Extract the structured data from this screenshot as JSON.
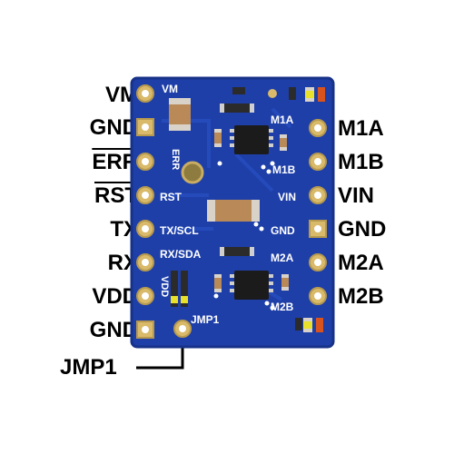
{
  "left_pins": [
    "VM",
    "GND",
    "ERR",
    "RST",
    "TX",
    "RX",
    "VDD",
    "GND"
  ],
  "right_pins": [
    "M1A",
    "M1B",
    "VIN",
    "GND",
    "M2A",
    "M2B"
  ],
  "jumper_label": "JMP1",
  "silkscreen": {
    "vm": "VM",
    "err": "ERR",
    "rst": "RST",
    "tx_scl": "TX/SCL",
    "rx_sda": "RX/SDA",
    "vdd": "VDD",
    "jmp1": "JMP1",
    "m1a": "M1A",
    "m1b": "M1B",
    "vin": "VIN",
    "gnd": "GND",
    "m2a": "M2A",
    "m2b": "M2B"
  },
  "colors": {
    "board": "#1e3fa8",
    "board_edge": "#173288",
    "pad_gold": "#d9b96a",
    "silk": "#ffffff"
  }
}
